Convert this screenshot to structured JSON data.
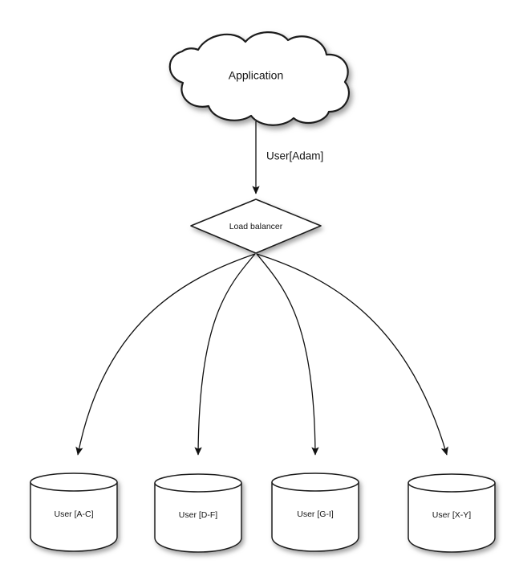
{
  "diagram": {
    "title_node": {
      "label": "Application",
      "shape": "cloud"
    },
    "edge_labels": [
      {
        "text": "User[Adam]"
      }
    ],
    "router": {
      "label": "Load balancer",
      "shape": "diamond"
    },
    "shards": [
      {
        "label": "User [A-C]",
        "shape": "cylinder"
      },
      {
        "label": "User [D-F]",
        "shape": "cylinder"
      },
      {
        "label": "User [G-I]",
        "shape": "cylinder"
      },
      {
        "label": "User [X-Y]",
        "shape": "cylinder"
      }
    ],
    "colors": {
      "background": "#ffffff",
      "stroke": "#1a1a1a",
      "text": "#141414",
      "shadow": "#9a9a9a"
    },
    "icons": {
      "arrowhead": "arrow-down-icon"
    }
  }
}
